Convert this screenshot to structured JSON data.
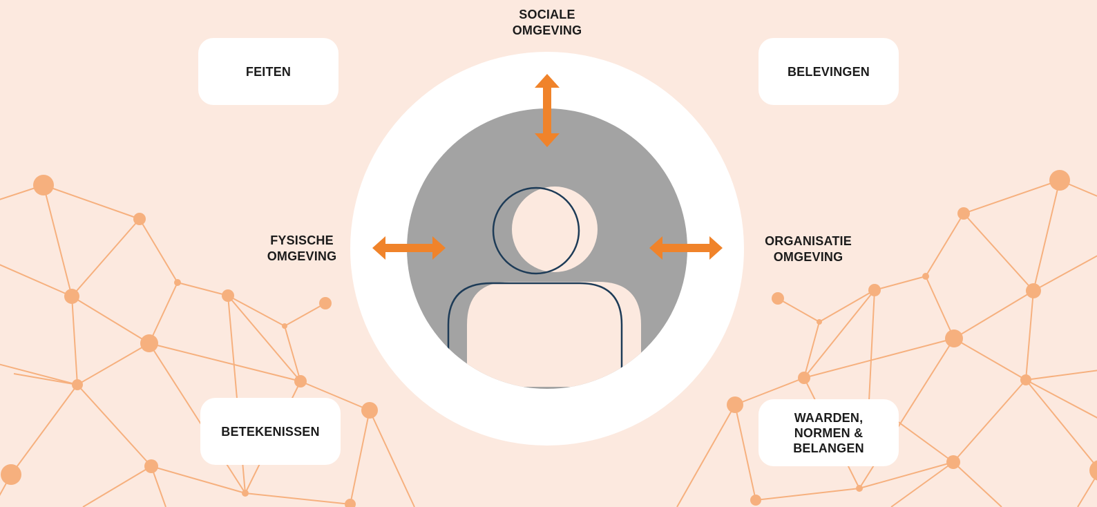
{
  "colors": {
    "background": "#fce9df",
    "network": "#f6b07e",
    "outer_ring": "#ffffff",
    "inner_circle": "#a3a3a3",
    "person_fill": "#fce9df",
    "person_outline": "#1d3b57",
    "arrows": "#f0832a"
  },
  "cards": {
    "feiten": "FEITEN",
    "belevingen": "BELEVINGEN",
    "betekenissen": "BETEKENISSEN",
    "waarden": "WAARDEN,\nNORMEN &\nBELANGEN"
  },
  "environments": {
    "sociale": "SOCIALE\nOMGEVING",
    "fysische": "FYSISCHE\nOMGEVING",
    "organisatie": "ORGANISATIE\nOMGEVING"
  },
  "icons": {
    "person": "person-icon",
    "arrow": "double-arrow-icon"
  }
}
